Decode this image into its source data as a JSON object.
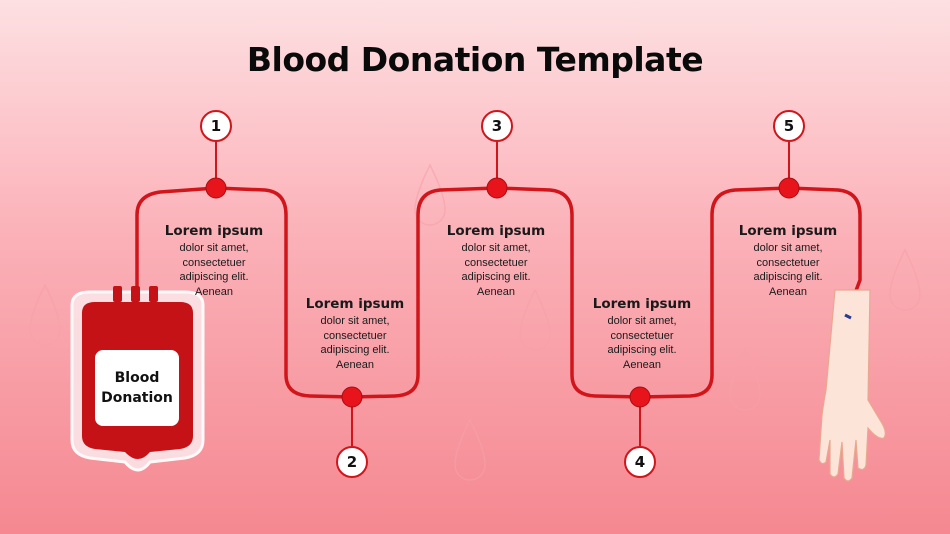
{
  "title": "Blood Donation Template",
  "bag_label": "Blood\nDonation",
  "colors": {
    "accent": "#d0151b",
    "background": "#fbb0b7"
  },
  "icons": [
    "blood-bag-icon",
    "arm-icon"
  ],
  "steps": [
    {
      "number": "1",
      "heading": "Lorem ipsum",
      "body": "dolor sit amet,\nconsectetuer\nadipiscing elit.\nAenean"
    },
    {
      "number": "2",
      "heading": "Lorem ipsum",
      "body": "dolor sit amet,\nconsectetuer\nadipiscing elit.\nAenean"
    },
    {
      "number": "3",
      "heading": "Lorem ipsum",
      "body": "dolor sit amet,\nconsectetuer\nadipiscing elit.\nAenean"
    },
    {
      "number": "4",
      "heading": "Lorem ipsum",
      "body": "dolor sit amet,\nconsectetuer\nadipiscing elit.\nAenean"
    },
    {
      "number": "5",
      "heading": "Lorem ipsum",
      "body": "dolor sit amet,\nconsectetuer\nadipiscing elit.\nAenean"
    }
  ]
}
